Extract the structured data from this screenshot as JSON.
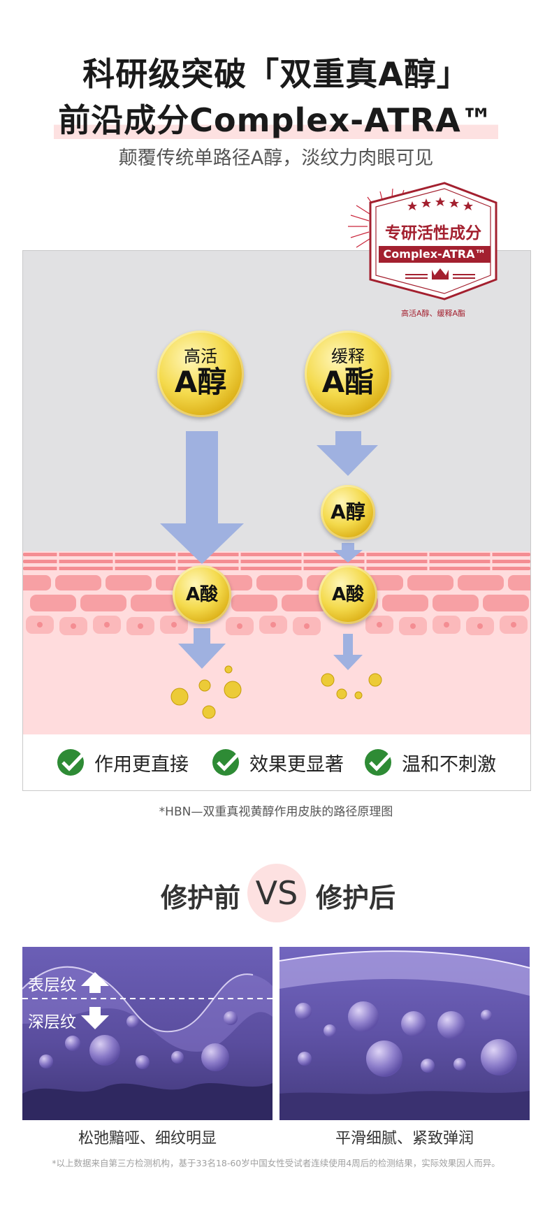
{
  "headline": {
    "line1": "科研级突破「双重真A醇」",
    "line2": "前沿成分Complex-ATRA™",
    "subtitle": "颠覆传统单路径A醇，淡纹力肉眼可见"
  },
  "badge": {
    "title": "专研活性成分",
    "ribbon": "Complex-ATRA™",
    "note": "高活A醇、缓释A酯"
  },
  "diagram": {
    "left_pathway": {
      "top_line1": "高活",
      "top_line2": "A醇",
      "bottom": "A酸"
    },
    "right_pathway": {
      "top_line1": "缓释",
      "top_line2": "A酯",
      "middle": "A醇",
      "bottom": "A酸"
    },
    "features": [
      "作用更直接",
      "效果更显著",
      "温和不刺激"
    ],
    "colors": {
      "arrow": "#9fb1e0",
      "skin": "#ffdcdd",
      "cell": "#f7a3a6",
      "check": "#2e8b35"
    }
  },
  "diagram_caption": "*HBN—双重真视黄醇作用皮肤的路径原理图",
  "comparison": {
    "before_title": "修护前",
    "vs": "VS",
    "after_title": "修护后",
    "before_tags": {
      "upper": "表层纹",
      "lower": "深层纹"
    },
    "before_label": "松弛黯哑、细纹明显",
    "after_label": "平滑细腻、紧致弹润"
  },
  "disclaimer": "*以上数据来自第三方检测机构，基于33名18-60岁中国女性受试者连续使用4周后的检测结果，实际效果因人而异。"
}
